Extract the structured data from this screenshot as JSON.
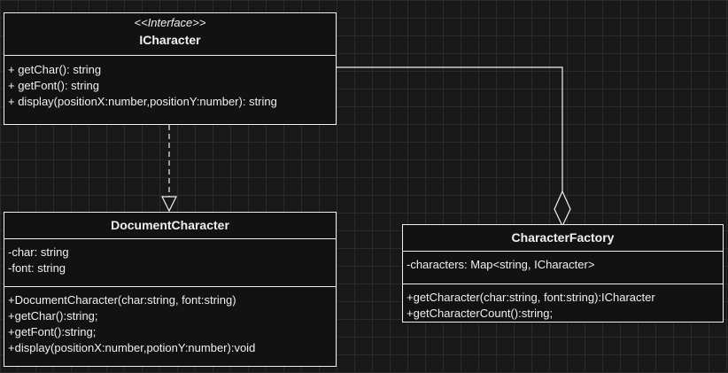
{
  "classes": {
    "icharacter": {
      "stereotype": "<<Interface>>",
      "name": "ICharacter",
      "methods": [
        "+ getChar(): string",
        "+ getFont(): string",
        "+ display(positionX:number,positionY:number): string"
      ]
    },
    "document_character": {
      "name": "DocumentCharacter",
      "attributes": [
        "-char: string",
        "-font: string"
      ],
      "methods": [
        "+DocumentCharacter(char:string, font:string)",
        "+getChar():string;",
        "+getFont():string;",
        "+display(positionX:number,potionY:number):void"
      ]
    },
    "character_factory": {
      "name": "CharacterFactory",
      "attributes": [
        "-characters: Map<string, ICharacter>"
      ],
      "methods": [
        "+getCharacter(char:string, font:string):ICharacter",
        "+getCharacterCount():string;"
      ]
    }
  },
  "colors": {
    "background": "#181818",
    "grid": "#2a2a2a",
    "line": "#f0f0f0"
  }
}
